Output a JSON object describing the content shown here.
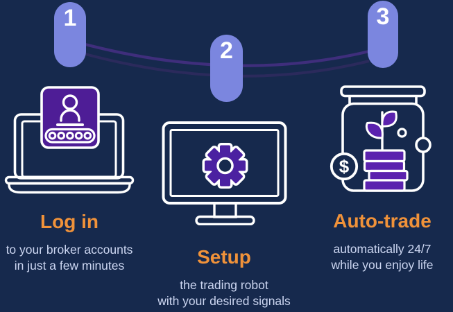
{
  "colors": {
    "background": "#16294D",
    "pill": "#7B86DF",
    "pill_text": "#FFFFFF",
    "connector_bright": "#3F2E7C",
    "connector_dim": "#2B2A5C",
    "card_purple": "#4E1D96",
    "gear_purple": "#4B21A1",
    "coin_purple": "#5B22AE",
    "heading_orange": "#F0923A",
    "body_text": "#CCD6F1",
    "icon_stroke": "#FFFFFF"
  },
  "steps": [
    {
      "number": "1",
      "title": "Log in",
      "icon": "laptop-login-icon",
      "desc_lines": [
        "to your broker accounts",
        "in just a few minutes"
      ]
    },
    {
      "number": "2",
      "title": "Setup",
      "icon": "monitor-gear-icon",
      "desc_lines": [
        "the trading robot",
        "with your desired signals"
      ]
    },
    {
      "number": "3",
      "title": "Auto-trade",
      "icon": "savings-jar-icon",
      "desc_lines": [
        "automatically 24/7",
        "while you enjoy life"
      ],
      "dollar_sign": "$"
    }
  ]
}
